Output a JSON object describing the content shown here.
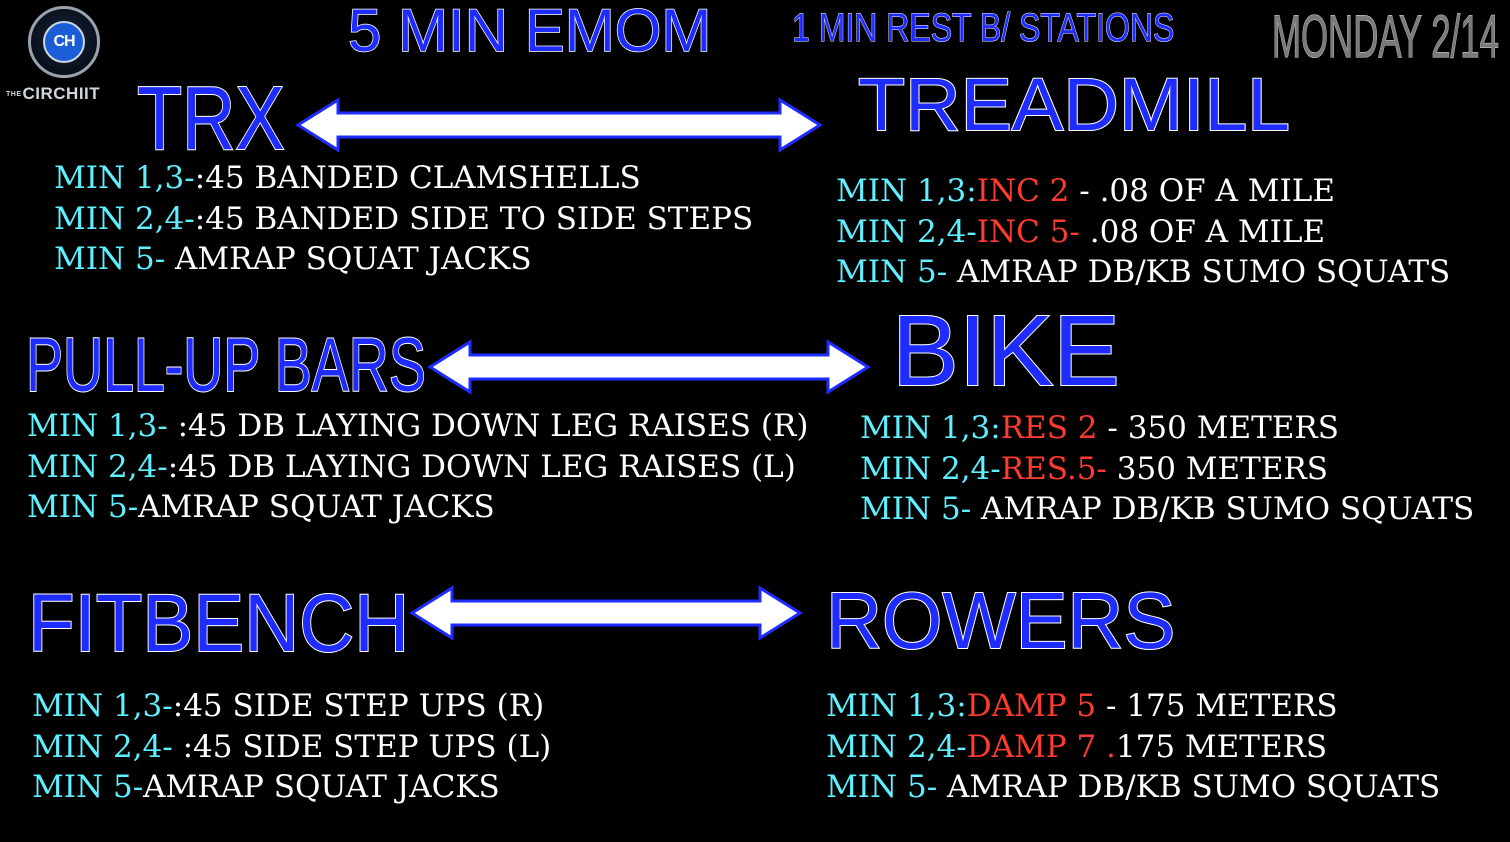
{
  "header": {
    "title": "5 MIN EMOM",
    "rest": "1 MIN REST B/ STATIONS",
    "date": "MONDAY 2/14"
  },
  "logo": {
    "badge": "CH",
    "prefix": "THE",
    "name": "CIRCHIIT"
  },
  "stations": {
    "trx": {
      "name": "TRX",
      "lines": [
        {
          "label": "MIN 1,3-",
          "text": ":45 BANDED CLAMSHELLS"
        },
        {
          "label": "MIN 2,4-",
          "text": ":45 BANDED SIDE TO SIDE STEPS"
        },
        {
          "label": "MIN 5- ",
          "text": "AMRAP SQUAT JACKS"
        }
      ]
    },
    "treadmill": {
      "name": "TREADMILL",
      "lines": [
        {
          "label": "MIN 1,3:",
          "red": "INC 2",
          "text": " - .08 OF A MILE"
        },
        {
          "label": "MIN 2,4-",
          "red": "INC 5- ",
          "text": ".08 OF A MILE"
        },
        {
          "label": "MIN 5- ",
          "red": "",
          "text": "AMRAP DB/KB SUMO SQUATS"
        }
      ]
    },
    "pullup": {
      "name": "PULL-UP BARS",
      "lines": [
        {
          "label": "MIN 1,3- ",
          "text": ":45 DB LAYING DOWN LEG RAISES (R)"
        },
        {
          "label": "MIN 2,4-",
          "text": ":45 DB LAYING DOWN LEG RAISES (L)"
        },
        {
          "label": "MIN 5-",
          "text": "AMRAP SQUAT JACKS"
        }
      ]
    },
    "bike": {
      "name": "BIKE",
      "lines": [
        {
          "label": "MIN 1,3:",
          "red": "RES 2",
          "text": " - 350 METERS"
        },
        {
          "label": "MIN 2,4-",
          "red": "RES.5- ",
          "text": "350 METERS"
        },
        {
          "label": "MIN 5- ",
          "red": "",
          "text": "AMRAP DB/KB SUMO SQUATS"
        }
      ]
    },
    "fitbench": {
      "name": "FITBENCH",
      "lines": [
        {
          "label": "MIN 1,3-",
          "text": ":45 SIDE STEP UPS  (R)"
        },
        {
          "label": "MIN 2,4- ",
          "text": ":45 SIDE STEP UPS (L)"
        },
        {
          "label": "MIN 5-",
          "text": "AMRAP SQUAT JACKS"
        }
      ]
    },
    "rowers": {
      "name": "ROWERS",
      "lines": [
        {
          "label": "MIN 1,3:",
          "red": "DAMP 5",
          "text": " - 175 METERS"
        },
        {
          "label": "MIN 2,4-",
          "red": "DAMP 7 .",
          "text": "175 METERS"
        },
        {
          "label": "MIN 5- ",
          "red": "",
          "text": "AMRAP DB/KB SUMO SQUATS"
        }
      ]
    }
  },
  "colors": {
    "title_blue": "#1f2cff",
    "label_cyan": "#5ff0ff",
    "accent_red": "#ff3b2f",
    "text_white": "#ffffff"
  }
}
